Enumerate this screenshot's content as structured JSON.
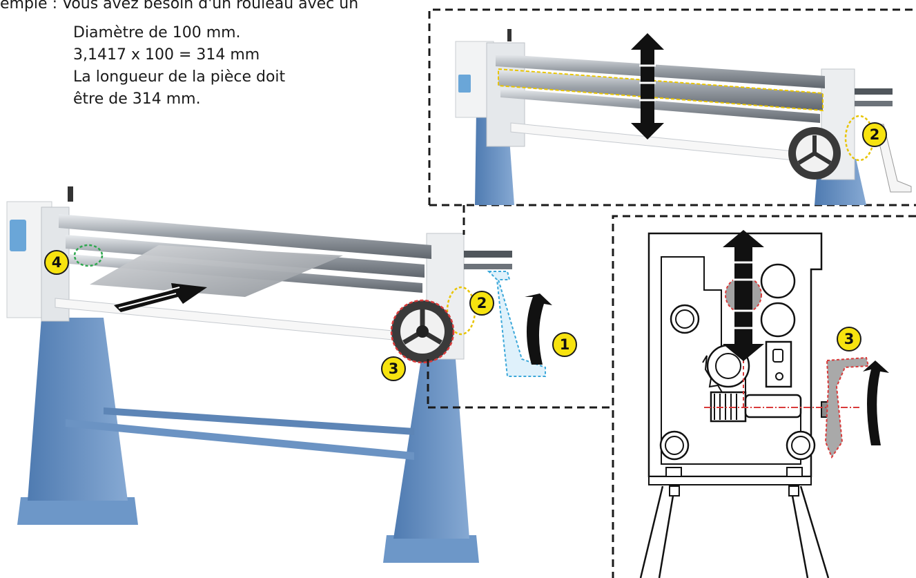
{
  "instructions": {
    "line1": "emple : Vous avez besoin d'un rouleau avec un",
    "line2": "Diamètre de 100 mm.",
    "line3": "3,1417 x 100 = 314 mm",
    "line4": "La longueur de la pièce doit",
    "line5": "être de 314 mm."
  },
  "callouts": {
    "one": "1",
    "two": "2",
    "three": "3",
    "four": "4"
  },
  "colors": {
    "frame_blue": "#6a93c4",
    "badge_yellow": "#f7e30f",
    "highlight_red": "#d93a3a",
    "highlight_cyan": "#3aa7d9",
    "highlight_green": "#2fa84f",
    "highlight_yellow": "#e8c400",
    "roller_steel": "#b9bec4"
  }
}
